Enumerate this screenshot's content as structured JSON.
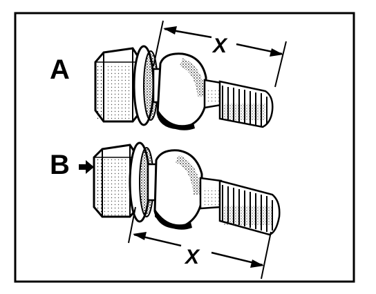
{
  "diagram": {
    "label_a": "A",
    "label_b": "B",
    "dimension_top": "X",
    "dimension_bottom": "X"
  }
}
